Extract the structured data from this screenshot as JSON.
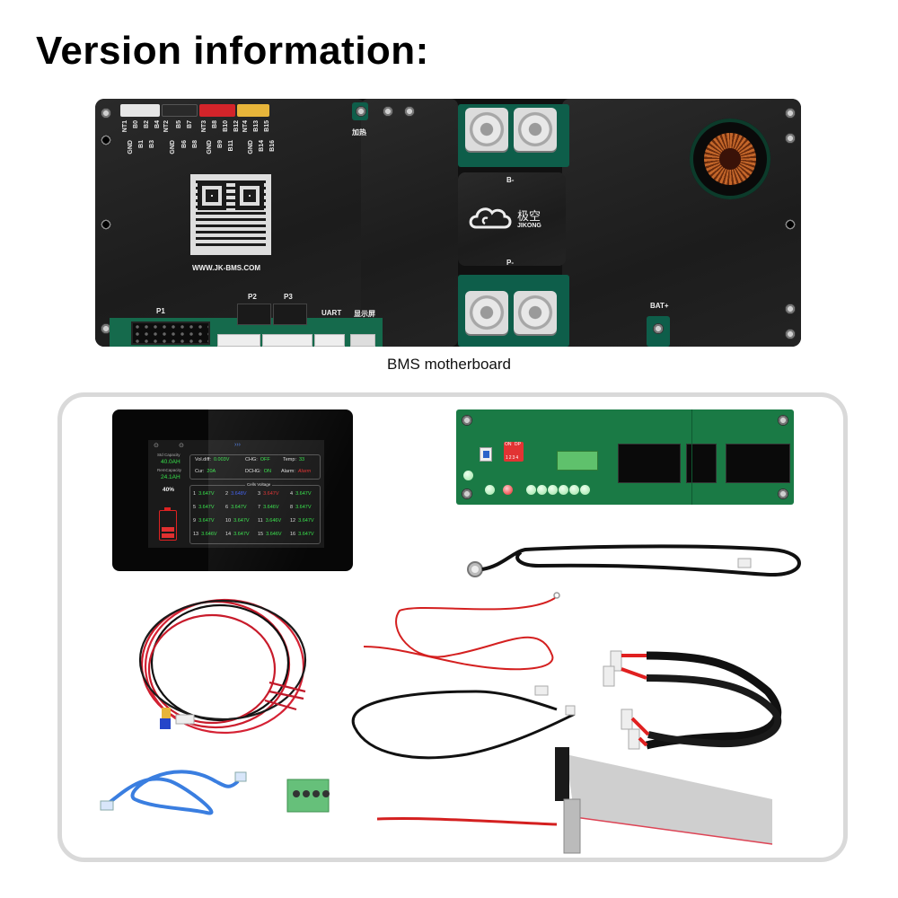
{
  "page": {
    "title": "Version information:"
  },
  "motherboard": {
    "caption": "BMS motherboard",
    "connector_labels": {
      "group1_row1": [
        "NT1",
        "B0",
        "B2",
        "B4"
      ],
      "group1_row2": [
        "GND",
        "B1",
        "B3"
      ],
      "group2_row1": [
        "NT2",
        "B5",
        "B7"
      ],
      "group2_row2": [
        "GND",
        "B6",
        "B8"
      ],
      "group3_row1": [
        "NT3",
        "B8",
        "B10",
        "B12"
      ],
      "group3_row2": [
        "GND",
        "B9",
        "B11"
      ],
      "group4_row1": [
        "NT4",
        "B13",
        "B15"
      ],
      "group4_row2": [
        "GND",
        "B14",
        "B16"
      ]
    },
    "heater_label": "加热",
    "website": "WWW.JK-BMS.COM",
    "terminal_b_minus": "B-",
    "terminal_p_minus": "P-",
    "terminal_bat_plus": "BAT+",
    "brand_cn": "极空",
    "brand_en": "JIKONG",
    "ports": {
      "p1": "P1",
      "p2": "P2",
      "p3": "P3",
      "uart": "UART",
      "display": "显示屏"
    }
  },
  "accessories": {
    "display_screen": {
      "std_capacity_label": "Std Capacity",
      "std_capacity": "40.0AH",
      "remain_capacity_label": "RemCapacity",
      "remain_capacity": "24.1AH",
      "soc": "40%",
      "vol_diff_label": "Vol.diff:",
      "vol_diff": "0.003V",
      "chg_label": "CHG:",
      "chg": "OFF",
      "temp_label": "Temp:",
      "temp": "33",
      "cur_label": "Cur:",
      "cur": "20A",
      "dchg_label": "DCHG:",
      "dchg": "ON",
      "alarm_label": "Alarm:",
      "alarm": "Alarm",
      "cells_title": "Cells Voltage",
      "nav_indicator": "›››",
      "cells": [
        {
          "n": "1",
          "v": "3.647V"
        },
        {
          "n": "2",
          "v": "3.648V"
        },
        {
          "n": "3",
          "v": "3.647V"
        },
        {
          "n": "4",
          "v": "3.647V"
        },
        {
          "n": "5",
          "v": "3.647V"
        },
        {
          "n": "6",
          "v": "3.647V"
        },
        {
          "n": "7",
          "v": "3.646V"
        },
        {
          "n": "8",
          "v": "3.647V"
        },
        {
          "n": "9",
          "v": "3.647V"
        },
        {
          "n": "10",
          "v": "3.647V"
        },
        {
          "n": "11",
          "v": "3.646V"
        },
        {
          "n": "12",
          "v": "3.647V"
        },
        {
          "n": "13",
          "v": "3.646V"
        },
        {
          "n": "14",
          "v": "3.647V"
        },
        {
          "n": "15",
          "v": "3.646V"
        },
        {
          "n": "16",
          "v": "3.647V"
        }
      ]
    },
    "adapter_board": {
      "dip_on": "ON",
      "dip_dp": "DP",
      "dip_numbers": "1234"
    }
  },
  "colors": {
    "pcb_green": "#1a7a45",
    "board_black": "#1c1c1c",
    "frame_gray": "#d9d9d9",
    "cell_ok": "#36e24a",
    "cell_high": "#e03030",
    "cell_low": "#2f4ee0"
  }
}
